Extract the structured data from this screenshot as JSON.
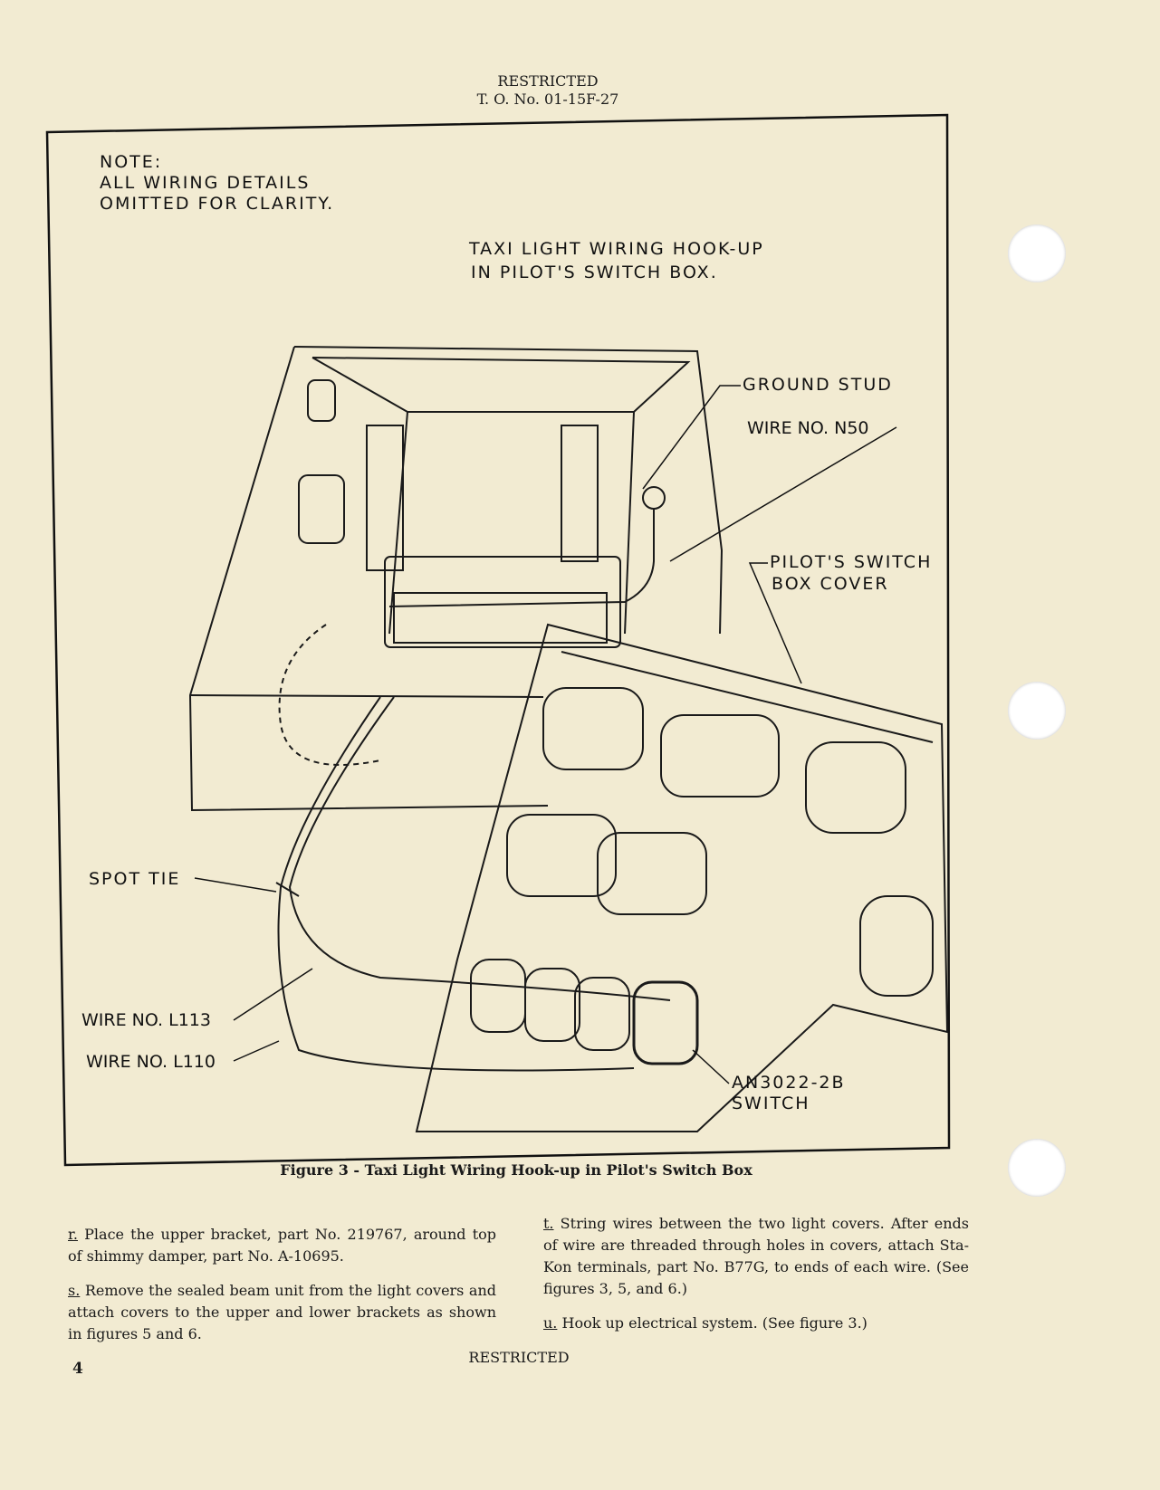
{
  "header": {
    "classification": "RESTRICTED",
    "to_number": "T. O. No. 01-15F-27"
  },
  "figure": {
    "note": [
      "NOTE:",
      "ALL WIRING DETAILS",
      "OMITTED FOR CLARITY."
    ],
    "title": [
      "TAXI LIGHT WIRING HOOK-UP",
      "IN PILOT'S SWITCH BOX."
    ],
    "callouts": {
      "ground_stud": "GROUND STUD",
      "wire_n50": "WIRE NO. N50",
      "cover": [
        "PILOT'S SWITCH",
        "BOX COVER"
      ],
      "spot_tie": "SPOT TIE",
      "wire_l113": "WIRE NO. L113",
      "wire_l110": "WIRE NO. L110",
      "switch": [
        "AN3022-2B",
        "SWITCH"
      ]
    },
    "caption": "Figure 3 - Taxi Light Wiring Hook-up in Pilot's Switch Box"
  },
  "body": {
    "left": [
      {
        "label": "r.",
        "text": "Place the upper bracket, part No. 219767, around top of shimmy damper, part No. A-10695."
      },
      {
        "label": "s.",
        "text": "Remove the sealed beam unit from the light covers and attach covers to the upper and lower brackets as shown in figures 5 and 6."
      }
    ],
    "right": [
      {
        "label": "t.",
        "text": "String wires between the two light covers. After ends of wire are threaded through holes in covers, attach Sta-Kon terminals, part No. B77G, to ends of each wire. (See figures 3, 5, and 6.)"
      },
      {
        "label": "u.",
        "text": "Hook up electrical system. (See figure 3.)"
      }
    ]
  },
  "footer": {
    "classification": "RESTRICTED",
    "page_number": "4"
  }
}
